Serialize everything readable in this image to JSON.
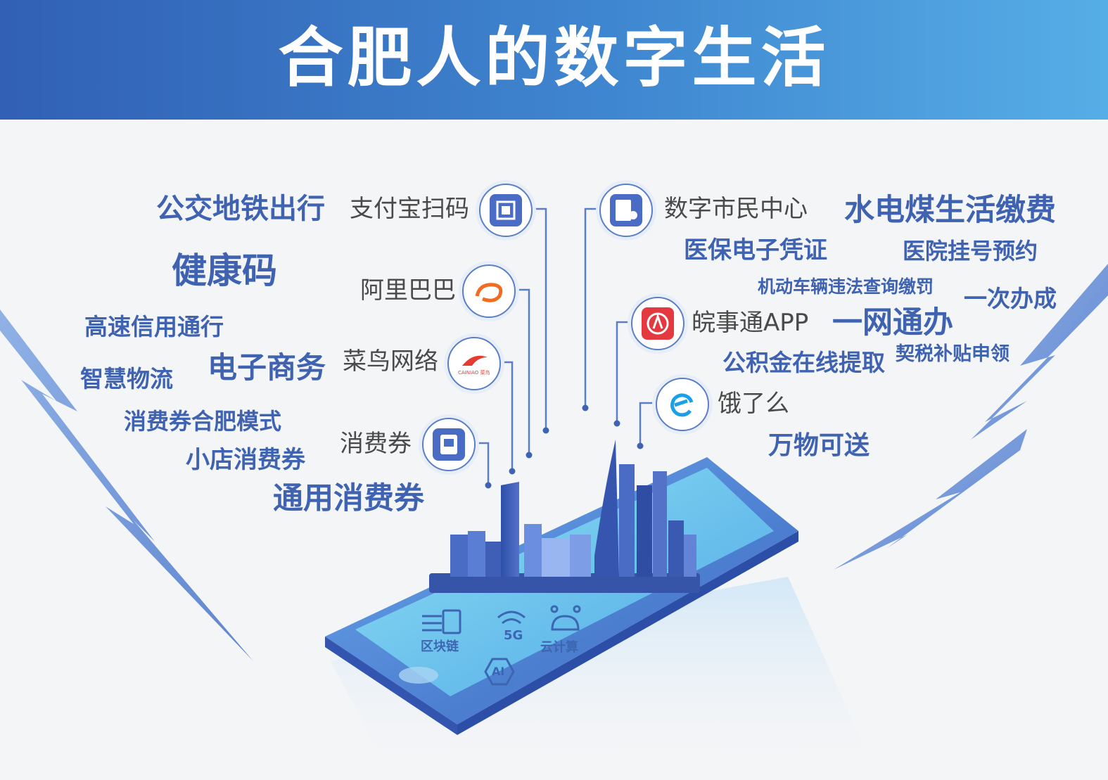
{
  "header": {
    "title": "合肥人的数字生活"
  },
  "services": {
    "alipay": "支付宝扫码",
    "alibaba": "阿里巴巴",
    "cainiao": "菜鸟网络",
    "coupon": "消费券",
    "citizen": "数字市民中心",
    "wanshitong": "皖事通APP",
    "eleme": "饿了么"
  },
  "cainiao_logo_text": "CAINIAO 菜鸟网络",
  "keywords_left": {
    "transit": "公交地铁出行",
    "health_code": "健康码",
    "highway": "高速信用通行",
    "ecommerce": "电子商务",
    "logistics": "智慧物流",
    "coupon_mode": "消费券合肥模式",
    "shop_coupon": "小店消费券",
    "general_coupon": "通用消费券"
  },
  "keywords_right": {
    "utilities": "水电煤生活缴费",
    "medical_cert": "医保电子凭证",
    "hospital": "医院挂号预约",
    "vehicle": "机动车辆违法查询缴罚",
    "once": "一次办成",
    "one_net": "一网通办",
    "fund": "公积金在线提取",
    "tax": "契税补贴申领",
    "delivery": "万物可送"
  },
  "tech": {
    "blockchain": "区块链",
    "fiveg": "5G",
    "cloud": "云计算",
    "ai": "AI"
  },
  "colors": {
    "brand_blue": "#3f63b1",
    "header_start": "#3160b4",
    "header_end": "#56aee6",
    "alert_red": "#e43a3f"
  }
}
